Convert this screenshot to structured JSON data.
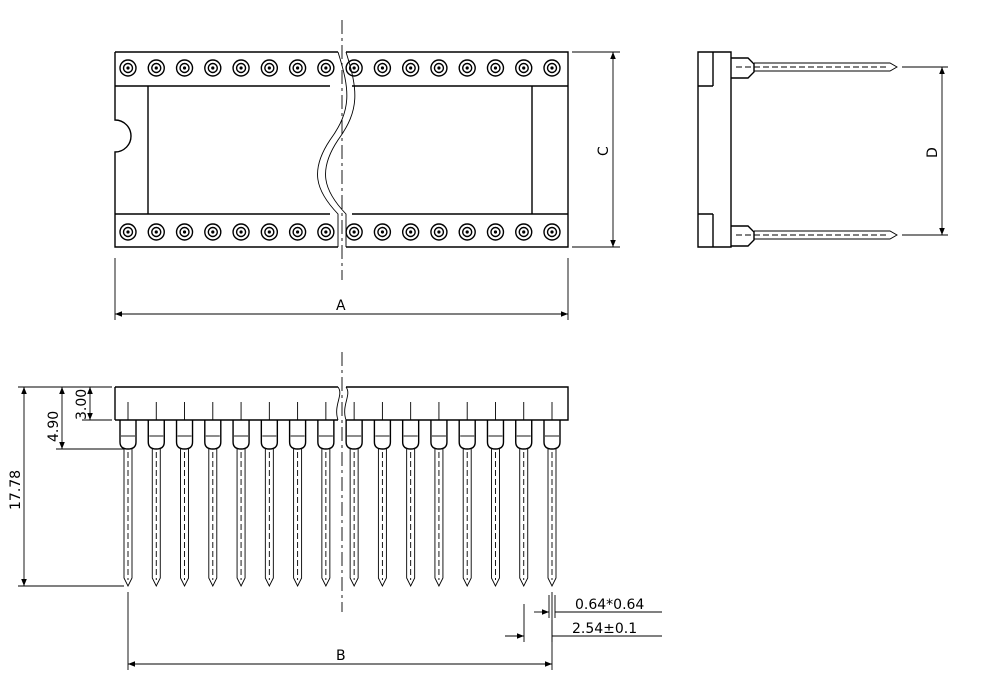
{
  "drawing": {
    "pin_count_per_row": 16,
    "labels": {
      "dim_a": "A",
      "dim_b": "B",
      "dim_c": "C",
      "dim_d": "D",
      "dim_height_total": "17.78",
      "dim_height_body": "4.90",
      "dim_height_top": "3.00",
      "dim_pin_section": "0.64*0.64",
      "dim_pitch": "2.54±0.1"
    }
  }
}
